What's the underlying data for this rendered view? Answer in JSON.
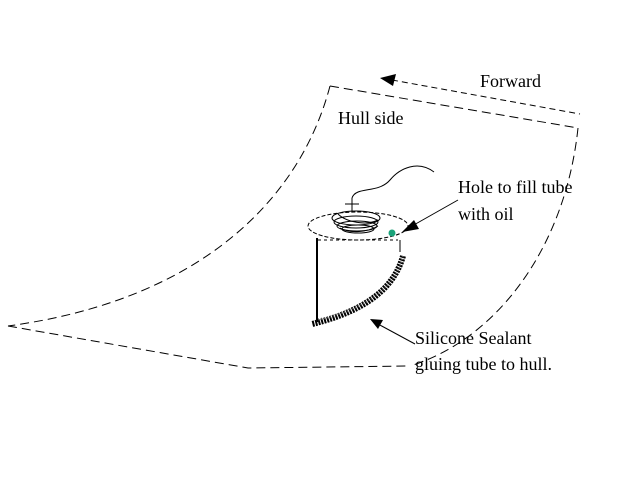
{
  "labels": {
    "forward": "Forward",
    "hull_side": "Hull side",
    "hole_line1": "Hole to fill tube",
    "hole_line2": "with oil",
    "sealant_line1": "Silicone Sealant",
    "sealant_line2": "gluing tube to hull."
  },
  "colors": {
    "ink": "#000000",
    "oil_hole": "#1aa37a",
    "background": "#ffffff"
  }
}
